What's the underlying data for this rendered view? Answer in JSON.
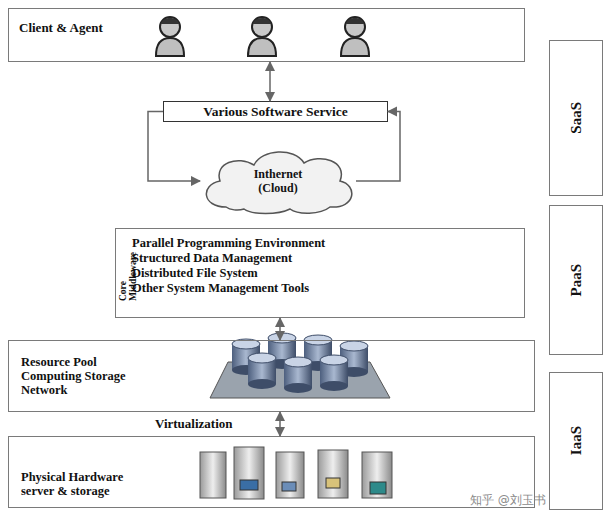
{
  "diagram": {
    "nodes": [
      {
        "text": [
          "Client & Agent"
        ]
      },
      {
        "text": [
          "Various Software Service"
        ]
      },
      {
        "text": [
          "Inthernet (Cloud)"
        ]
      },
      {
        "text": [
          "Core Middleware",
          "Parallel Programming Environment",
          "Structured Data Management",
          "Distributed File System",
          "Other System Management Tools"
        ]
      },
      {
        "text": [
          "Resource Pool Computing Storage Network"
        ]
      },
      {
        "text": [
          "Physical Hardware server & storage"
        ]
      },
      {
        "text": [
          "SaaS"
        ]
      },
      {
        "text": [
          "PaaS"
        ]
      },
      {
        "text": [
          "IaaS"
        ]
      }
    ],
    "edges": [
      {
        "from": 0,
        "to": 1,
        "arrow": "both"
      },
      {
        "from": 1,
        "to": 2,
        "arrow": "to"
      },
      {
        "from": 2,
        "to": 1,
        "arrow": "to"
      },
      {
        "from": 3,
        "to": 4,
        "arrow": "both"
      },
      {
        "from": 4,
        "to": 5,
        "arrow": "both",
        "label": "Virtualization"
      }
    ],
    "labels": [
      "知乎 @刘玉书"
    ]
  }
}
